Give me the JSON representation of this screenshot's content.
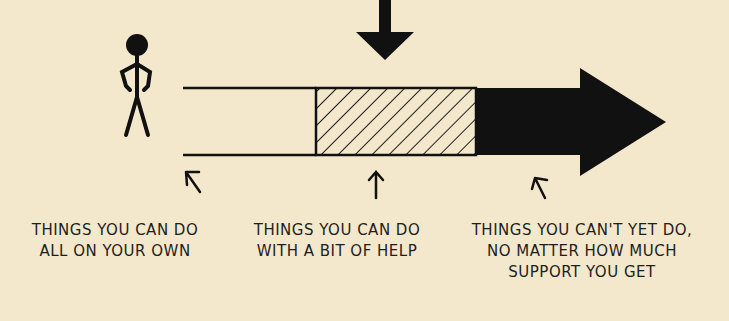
{
  "diagram": {
    "labels": [
      "THINGS YOU CAN DO ALL ON YOUR OWN",
      "THINGS YOU CAN DO WITH A BIT OF HELP",
      "THINGS YOU CAN'T YET DO, NO MATTER HOW MUCH SUPPORT YOU GET"
    ]
  }
}
